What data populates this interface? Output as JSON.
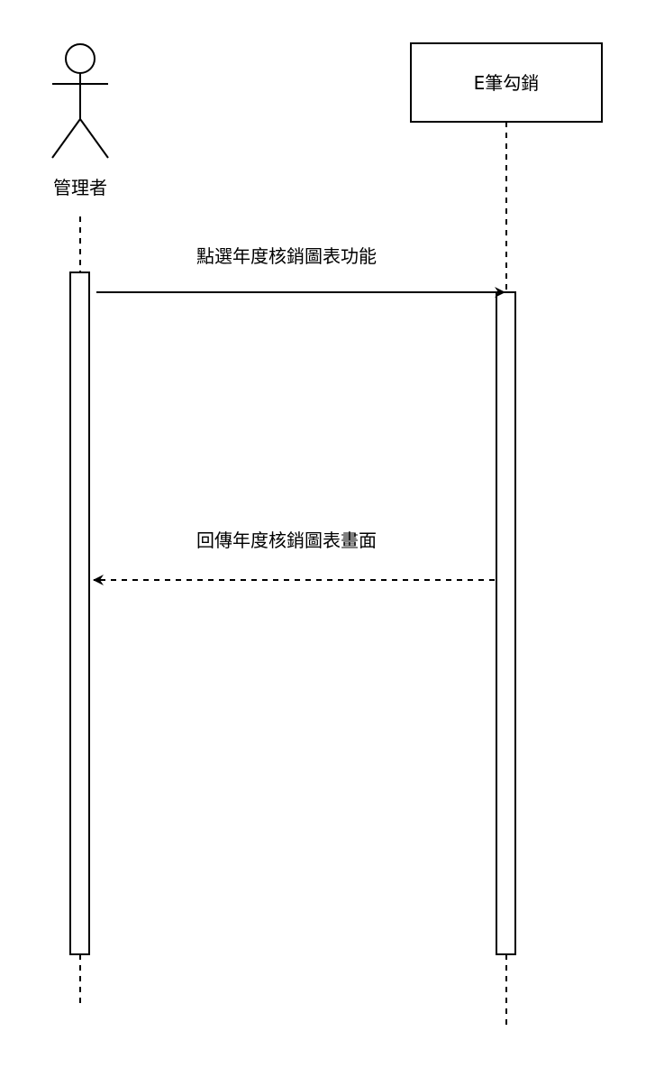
{
  "actor": {
    "name": "管理者",
    "icon": "stick-figure-icon"
  },
  "system": {
    "name": "E筆勾銷"
  },
  "messages": [
    {
      "label": "點選年度核銷圖表功能",
      "style": "solid",
      "direction": "actor-to-system"
    },
    {
      "label": "回傳年度核銷圖表畫面",
      "style": "dashed",
      "direction": "system-to-actor"
    }
  ],
  "colors": {
    "line": "#000000",
    "background": "#ffffff"
  }
}
